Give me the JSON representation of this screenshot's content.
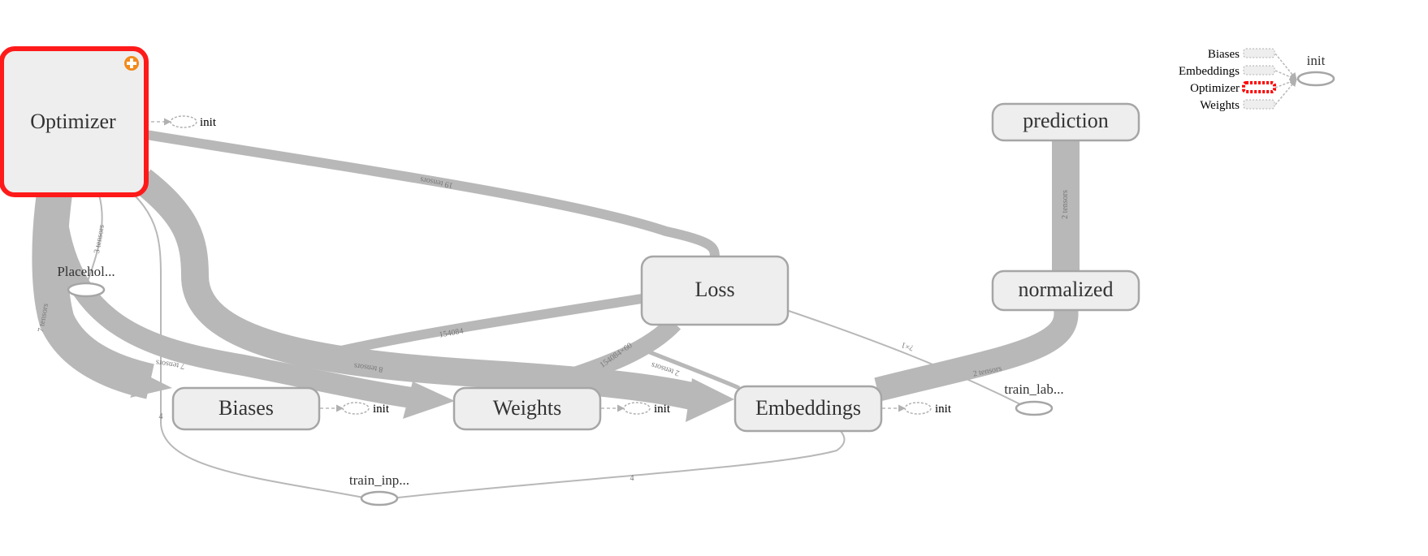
{
  "colors": {
    "edge": "#b8b8b8",
    "node_fill": "#eeeeee",
    "node_stroke": "#a6a6a6",
    "selected_stroke": "#ff0000",
    "expand_icon": "#f28a1c",
    "link_blue": "#3b83d6"
  },
  "nodes": {
    "optimizer": "Optimizer",
    "loss": "Loss",
    "prediction": "prediction",
    "normalized": "normalized",
    "biases": "Biases",
    "weights": "Weights",
    "embeddings": "Embeddings"
  },
  "ops": {
    "placeholder": "Placehol...",
    "train_inputs": "train_inp...",
    "train_labels": "train_lab..."
  },
  "init_label": "init",
  "edge_labels": {
    "opt_loss": "19 tensors",
    "opt_placeholder": "3 tensors",
    "opt_biases_outer": "7 tensors",
    "opt_biases": "7 tensors",
    "opt_weights": "8 tensors",
    "loss_biases": "154084",
    "loss_weights": "154084×60",
    "loss_embeddings": "2 tensors",
    "loss_trainlab": "?×1",
    "norm_embeddings": "2 tensors",
    "pred_norm": "2 tensors",
    "opt_side": "4",
    "traininp_embeddings": "4"
  },
  "legend": {
    "items": [
      "Biases",
      "Embeddings",
      "Optimizer",
      "Weights"
    ],
    "selected": "Optimizer",
    "target": "init"
  }
}
